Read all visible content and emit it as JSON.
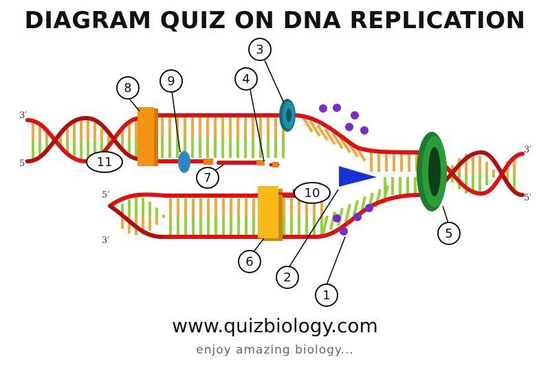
{
  "title": "DIAGRAM QUIZ ON DNA REPLICATION",
  "footer": {
    "url": "www.quizbiology.com",
    "tagline": "enjoy amazing biology..."
  },
  "strand_ends": {
    "top_left": "3′",
    "mid_left_top": "5′",
    "mid_left_bottom": "5′",
    "bottom_left": "3′",
    "right_top": "3′",
    "right_bottom": "5′"
  },
  "labels": [
    "1",
    "2",
    "3",
    "4",
    "5",
    "6",
    "7",
    "8",
    "9",
    "10",
    "11"
  ],
  "colors": {
    "backbone": "#e01010",
    "base_green": "#8fd23a",
    "base_orange": "#f2a93b",
    "helicase": "#2a9d3a",
    "topoisomerase": "#1f8fa6",
    "primase": "#1433d6",
    "polymerase_top": "#f59314",
    "polymerase_bottom": "#f7b918",
    "ligase": "#2c86c8",
    "ssb": "#7a2dc8"
  }
}
